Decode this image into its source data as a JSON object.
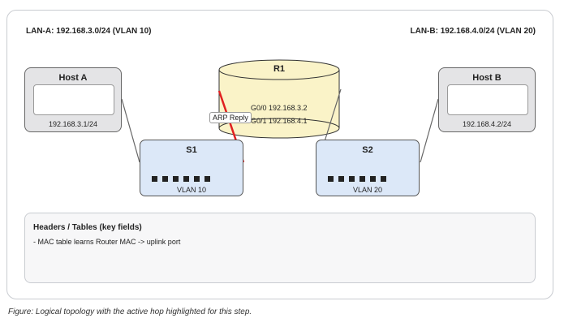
{
  "lans": {
    "a": "LAN-A: 192.168.3.0/24 (VLAN 10)",
    "b": "LAN-B: 192.168.4.0/24 (VLAN 20)"
  },
  "hosts": {
    "a": {
      "name": "Host A",
      "ip": "192.168.3.1/24"
    },
    "b": {
      "name": "Host B",
      "ip": "192.168.4.2/24"
    }
  },
  "router": {
    "name": "R1",
    "interfaces": [
      "G0/0 192.168.3.2",
      "G0/1 192.168.4.1"
    ]
  },
  "switches": {
    "s1": {
      "name": "S1",
      "vlan": "VLAN 10"
    },
    "s2": {
      "name": "S2",
      "vlan": "VLAN 20"
    }
  },
  "active_hop": {
    "label": "ARP Reply",
    "color": "#e02020"
  },
  "info_panel": {
    "title": "Headers / Tables (key fields)",
    "lines": [
      "- MAC table learns Router MAC -> uplink port"
    ]
  },
  "caption": "Figure: Logical topology with the active hop highlighted for this step."
}
